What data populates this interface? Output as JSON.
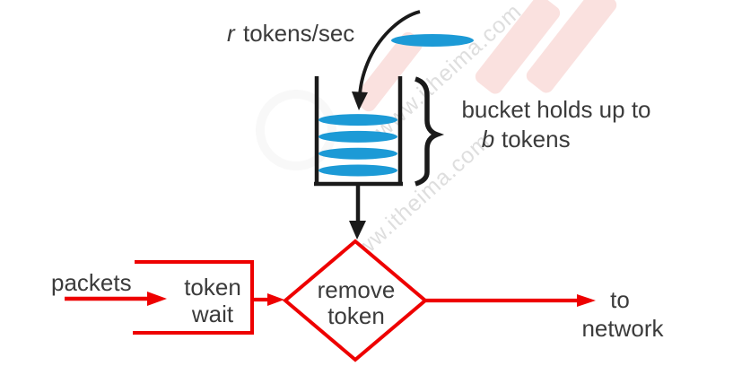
{
  "diagram_type": "token bucket traffic shaper",
  "colors": {
    "red": "#ee0000",
    "blue": "#1c9ad6",
    "ink": "#1a1a1a",
    "text": "#3b3b3b",
    "watermark": "#c4c4c4",
    "watermark_pink": "#f0a8a2"
  },
  "labels": {
    "rate_var": "r",
    "rate_text": "tokens/sec",
    "bucket_caption_line1": "bucket holds up to",
    "bucket_var": "b",
    "bucket_caption_line2_rest": "tokens",
    "input": "packets",
    "queue_line1": "token",
    "queue_line2": "wait",
    "decision_line1": "remove",
    "decision_line2": "token",
    "output_line1": "to",
    "output_line2": "network"
  },
  "bucket": {
    "tokens_in_bucket": 4,
    "incoming_tokens": 1
  },
  "watermark": {
    "text": "www.itheima.com"
  }
}
